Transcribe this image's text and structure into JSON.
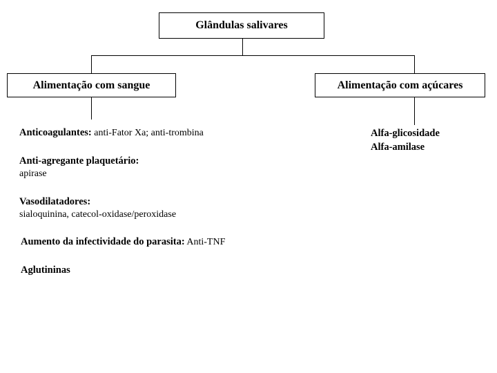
{
  "diagram": {
    "root": {
      "label": "Glândulas salivares"
    },
    "branches": [
      {
        "label": "Alimentação com sangue",
        "entries": [
          {
            "term": "Anticoagulantes",
            "separator": ":",
            "rest": " anti-Fator Xa; anti-trombina",
            "sub": ""
          },
          {
            "term": "Anti-agregante plaquetário:",
            "separator": "",
            "rest": "",
            "sub": "apirase"
          },
          {
            "term": "Vasodilatadores",
            "separator": ":",
            "rest": "",
            "sub": "sialoquinina, catecol-oxidase/peroxidase"
          },
          {
            "term": "Aumento da infectividade do  parasita:",
            "separator": "",
            "rest": " Anti-TNF",
            "sub": ""
          },
          {
            "term": "Aglutininas",
            "separator": "",
            "rest": "",
            "sub": ""
          }
        ]
      },
      {
        "label": "Alimentação com açúcares",
        "entries": [
          {
            "term": "Alfa-glicosidade",
            "separator": "",
            "rest": "",
            "sub": ""
          },
          {
            "term": "Alfa-amilase",
            "separator": "",
            "rest": "",
            "sub": ""
          }
        ]
      }
    ],
    "colors": {
      "background": "#ffffff",
      "stroke": "#000000",
      "text": "#000000"
    }
  }
}
